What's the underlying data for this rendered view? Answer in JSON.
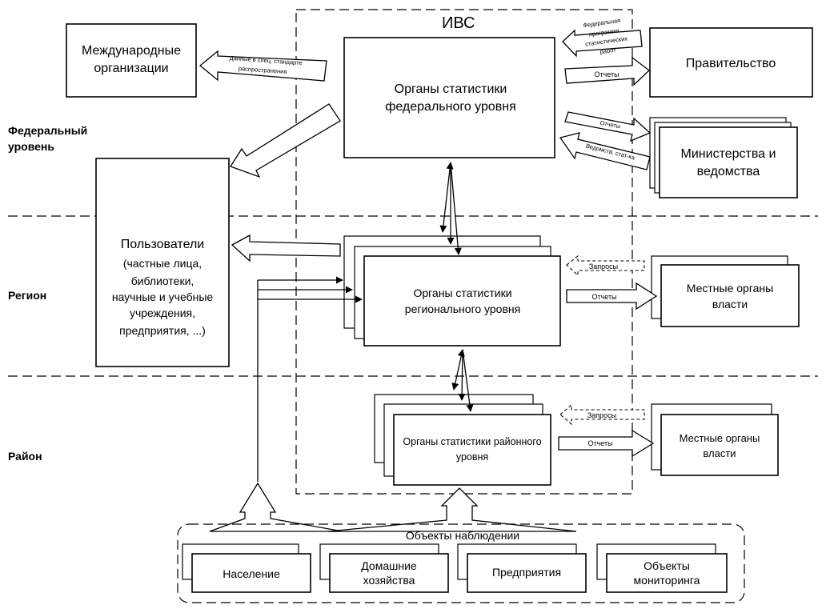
{
  "ivs_label": "ИВС",
  "levels": {
    "federal_line1": "Федеральный",
    "federal_line2": "уровень",
    "region": "Регион",
    "district": "Район"
  },
  "boxes": {
    "international": [
      "Международные",
      "организации"
    ],
    "federal_stat": [
      "Органы статистики",
      "федерального уровня"
    ],
    "government": "Правительство",
    "ministries": [
      "Министерства и",
      "ведомства"
    ],
    "users": [
      "Пользователи",
      "(частные лица,",
      "библиотеки,",
      "научные и учебные",
      "учреждения,",
      "предприятия, ...)"
    ],
    "regional_stat": [
      "Органы статистики",
      "регионального уровня"
    ],
    "local_gov_region": [
      "Местные органы",
      "власти"
    ],
    "district_stat": [
      "Органы статистики районного",
      "уровня"
    ],
    "local_gov_district": [
      "Местные органы",
      "власти"
    ]
  },
  "arrow_labels": {
    "intl_data": [
      "Данные в спец. стандарте",
      "распространения"
    ],
    "gov_program": [
      "Федеральная",
      "программа",
      "статистических",
      "работ"
    ],
    "gov_reports": "Отчеты",
    "ministries_reports": "Отчеты",
    "ministries_stats": "Ведомств. стат-ка",
    "region_requests": "Запросы",
    "region_reports": "Отчеты",
    "district_requests": "Запросы",
    "district_reports": "Отчеты"
  },
  "observation": {
    "title": "Объекты наблюдении",
    "population": "Население",
    "households": [
      "Домашние",
      "хозяйства"
    ],
    "enterprises": "Предприятия",
    "monitoring": [
      "Объекты",
      "мониторинга"
    ]
  }
}
